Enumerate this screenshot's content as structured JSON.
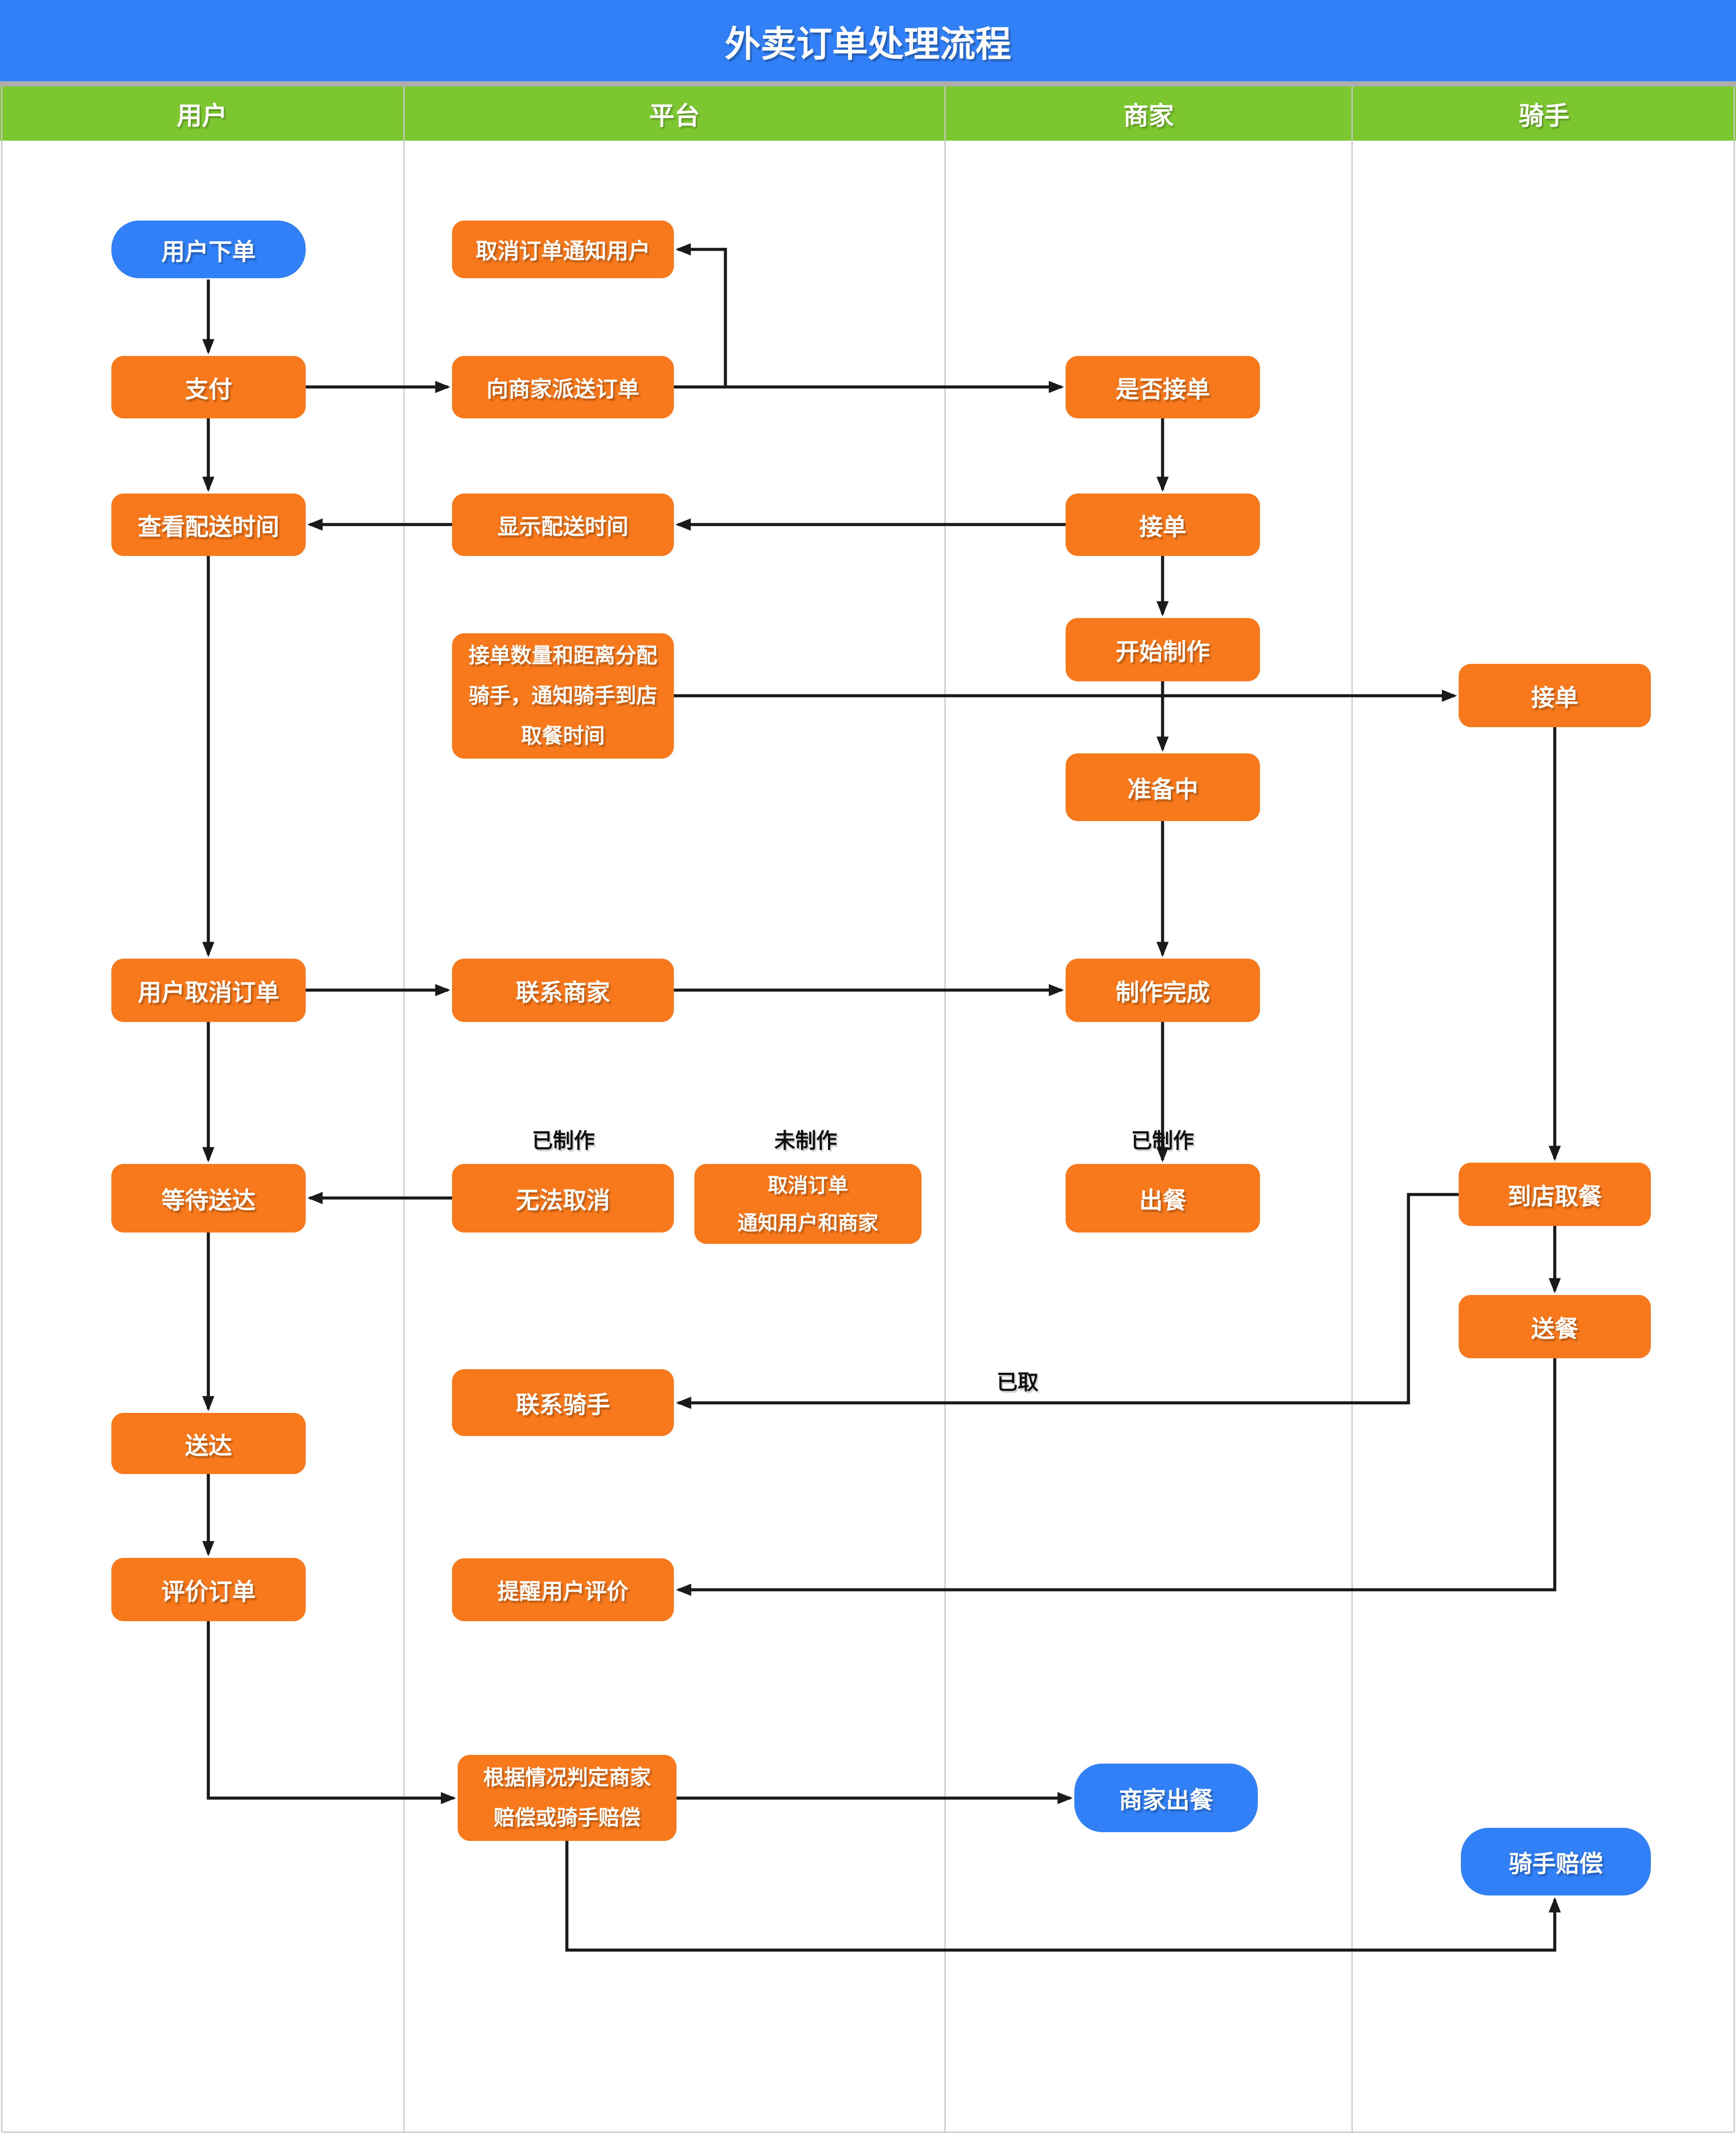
{
  "title": "外卖订单处理流程",
  "lanes": [
    {
      "label": "用户"
    },
    {
      "label": "平台"
    },
    {
      "label": "商家"
    },
    {
      "label": "骑手"
    }
  ],
  "colors": {
    "title_bar": "#3180F7",
    "lane_header_green": "#7CC62F",
    "process_node_orange": "#F8791B",
    "terminal_node_blue": "#3180F7",
    "connector_black": "#1A1A1A",
    "divider_gray": "#C9C9C9"
  },
  "nodes": {
    "user_place_order": {
      "label": "用户下单"
    },
    "cancel_notify_user": {
      "label": "取消订单通知用户"
    },
    "pay": {
      "label": "支付"
    },
    "dispatch_to_merchant": {
      "label": "向商家派送订单"
    },
    "accept_or_not": {
      "label": "是否接单"
    },
    "view_delivery_time": {
      "label": "查看配送时间"
    },
    "show_delivery_time": {
      "label": "显示配送时间"
    },
    "merchant_accept": {
      "label": "接单"
    },
    "start_cooking": {
      "label": "开始制作"
    },
    "assign_rider": {
      "label": "接单数量和距离分配\n骑手，通知骑手到店\n取餐时间"
    },
    "rider_accept": {
      "label": "接单"
    },
    "preparing": {
      "label": "准备中"
    },
    "user_cancel_order": {
      "label": "用户取消订单"
    },
    "contact_merchant": {
      "label": "联系商家"
    },
    "cooking_done": {
      "label": "制作完成"
    },
    "cannot_cancel": {
      "label": "无法取消"
    },
    "cancel_notify_both": {
      "label": "取消订单\n通知用户和商家"
    },
    "serve_meal": {
      "label": "出餐"
    },
    "wait_delivery": {
      "label": "等待送达"
    },
    "pickup_at_store": {
      "label": "到店取餐"
    },
    "deliver_meal": {
      "label": "送餐"
    },
    "contact_rider": {
      "label": "联系骑手"
    },
    "delivered": {
      "label": "送达"
    },
    "rate_order": {
      "label": "评价订单"
    },
    "remind_user_rate": {
      "label": "提醒用户评价"
    },
    "judge_compensation": {
      "label": "根据情况判定商家\n赔偿或骑手赔偿"
    },
    "merchant_serve": {
      "label": "商家出餐"
    },
    "rider_compensate": {
      "label": "骑手赔偿"
    }
  },
  "edge_labels": {
    "made_left": "已制作",
    "not_made": "未制作",
    "made_right": "已制作",
    "picked_up": "已取"
  },
  "edges": [
    {
      "from": "用户下单",
      "to": "支付"
    },
    {
      "from": "支付",
      "to": "向商家派送订单"
    },
    {
      "from": "向商家派送订单",
      "to": "是否接单"
    },
    {
      "from": "是否接单",
      "to": "取消订单通知用户"
    },
    {
      "from": "是否接单",
      "to": "接单"
    },
    {
      "from": "接单",
      "to": "显示配送时间"
    },
    {
      "from": "显示配送时间",
      "to": "查看配送时间"
    },
    {
      "from": "支付",
      "to": "查看配送时间"
    },
    {
      "from": "接单",
      "to": "开始制作"
    },
    {
      "from": "开始制作",
      "to": "准备中"
    },
    {
      "from": "接单数量和距离分配骑手，通知骑手到店取餐时间",
      "to": "接单(骑手)"
    },
    {
      "from": "准备中",
      "to": "制作完成"
    },
    {
      "from": "查看配送时间",
      "to": "用户取消订单"
    },
    {
      "from": "用户取消订单",
      "to": "联系商家"
    },
    {
      "from": "联系商家",
      "to": "制作完成"
    },
    {
      "from": "制作完成",
      "to": "出餐",
      "label": "已制作"
    },
    {
      "from": "用户取消订单",
      "to": "等待送达"
    },
    {
      "from": "无法取消",
      "to": "等待送达",
      "label": "已制作"
    },
    {
      "from": "接单(骑手)",
      "to": "到店取餐"
    },
    {
      "from": "到店取餐",
      "to": "联系骑手",
      "label": "已取"
    },
    {
      "from": "到店取餐",
      "to": "送餐"
    },
    {
      "from": "等待送达",
      "to": "送达"
    },
    {
      "from": "送达",
      "to": "评价订单"
    },
    {
      "from": "送餐",
      "to": "提醒用户评价"
    },
    {
      "from": "评价订单",
      "to": "根据情况判定商家赔偿或骑手赔偿"
    },
    {
      "from": "根据情况判定商家赔偿或骑手赔偿",
      "to": "商家出餐"
    },
    {
      "from": "根据情况判定商家赔偿或骑手赔偿",
      "to": "骑手赔偿"
    }
  ]
}
